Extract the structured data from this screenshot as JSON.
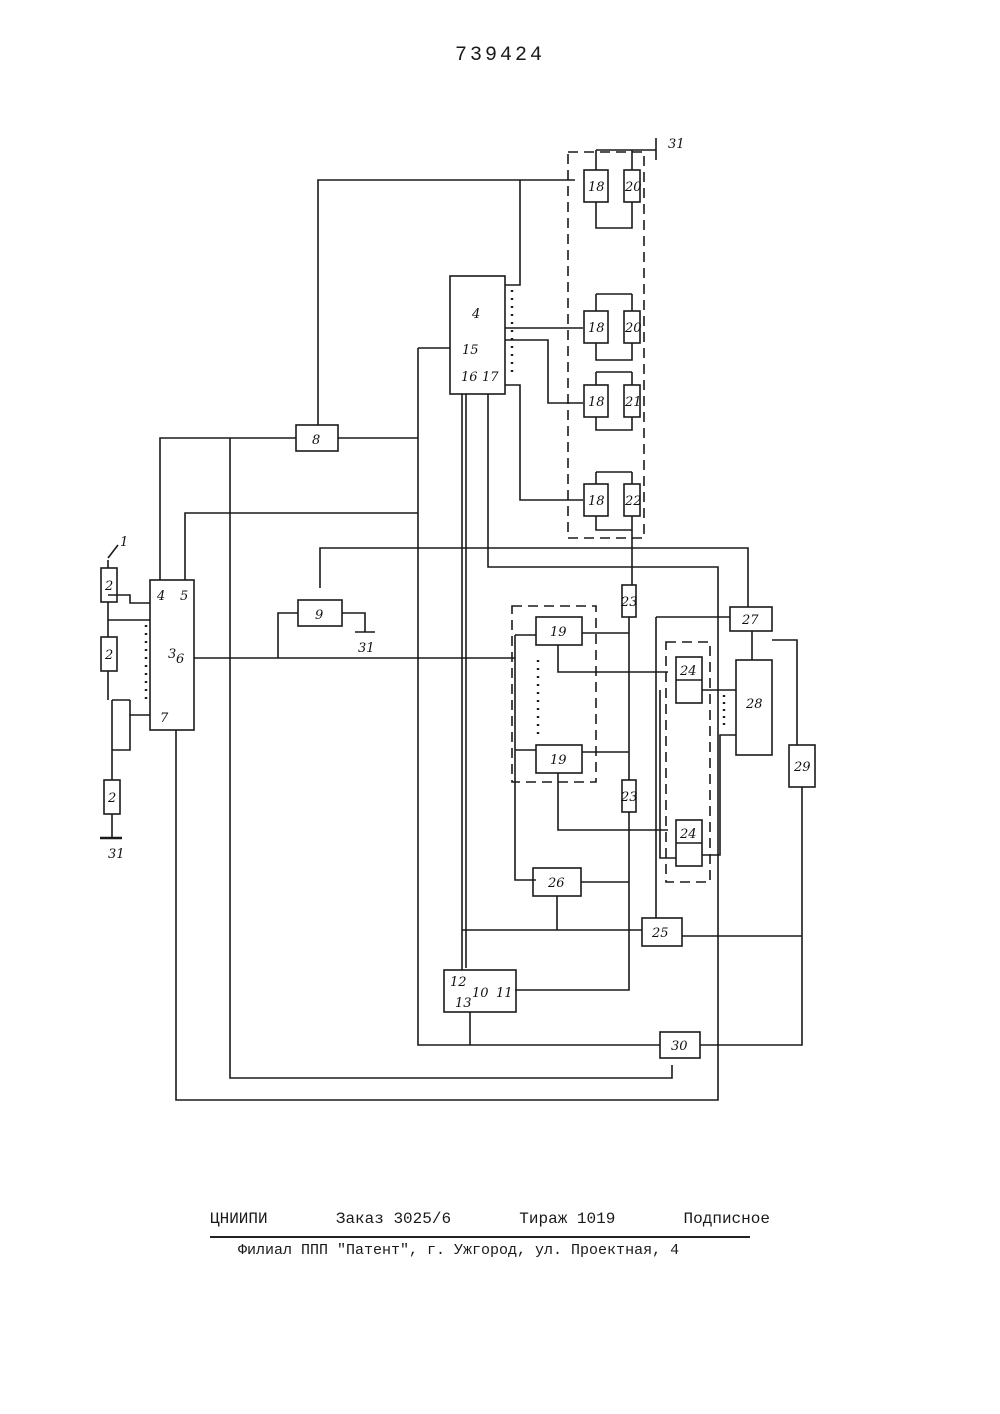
{
  "patent_number": "739424",
  "diagram": {
    "blocks": {
      "b3": "3",
      "b4": "4",
      "b8": "8",
      "b9": "9",
      "b10": "10",
      "b18a": "18",
      "b18b": "18",
      "b18c": "18",
      "b18d": "18",
      "b19a": "19",
      "b19b": "19",
      "b20a": "20",
      "b20b": "20",
      "b21": "21",
      "b22": "22",
      "b23a": "23",
      "b23b": "23",
      "b24a": "24",
      "b24b": "24",
      "b25": "25",
      "b26": "26",
      "b27": "27",
      "b28": "28",
      "b29": "29",
      "b30": "30",
      "r2a": "2",
      "r2b": "2",
      "r2c": "2"
    },
    "pins": {
      "p1": "1",
      "p4": "4",
      "p5": "5",
      "p6": "6",
      "p7": "7",
      "p11": "11",
      "p12": "12",
      "p13": "13",
      "p15": "15",
      "p16": "16",
      "p17": "17",
      "g31a": "31",
      "g31b": "31",
      "g31c": "31"
    }
  },
  "footer": {
    "org": "ЦНИИПИ",
    "order": "Заказ 3025/6",
    "circulation": "Тираж 1019",
    "subscription": "Подписное",
    "address": "Филиал ППП \"Патент\", г. Ужгород, ул. Проектная, 4"
  }
}
